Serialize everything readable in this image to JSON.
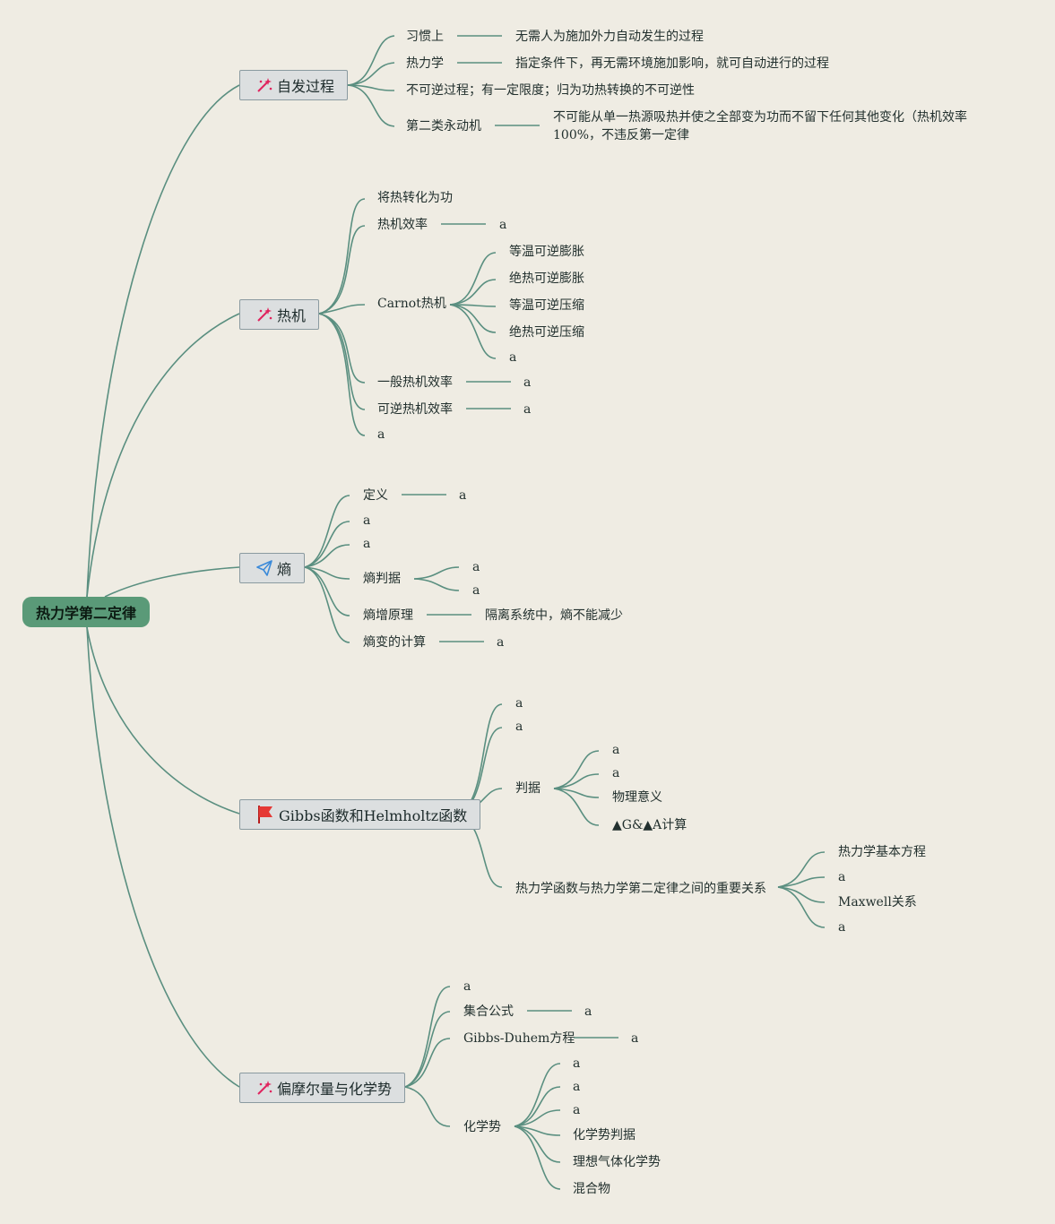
{
  "root": "热力学第二定律",
  "branches": {
    "spontaneous": {
      "title": "自发过程",
      "icon": "magic-wand-icon",
      "habit": "习惯上",
      "habit_def": "无需人为施加外力自动发生的过程",
      "thermo": "热力学",
      "thermo_def": "指定条件下，再无需环境施加影响，就可自动进行的过程",
      "irreversible": "不可逆过程；有一定限度；归为功热转换的不可逆性",
      "pmm2": "第二类永动机",
      "pmm2_def_line1": "不可能从单一热源吸热并使之全部变为功而不留下任何其他变化（热机效率",
      "pmm2_def_line2": "100%，不违反第一定律"
    },
    "heat_engine": {
      "title": "热机",
      "icon": "magic-wand-icon",
      "heat_to_work": "将热转化为功",
      "efficiency": "热机效率",
      "efficiency_val": "a",
      "carnot": "Carnot热机",
      "carnot_steps": [
        "等温可逆膨胀",
        "绝热可逆膨胀",
        "等温可逆压缩",
        "绝热可逆压缩",
        "a"
      ],
      "general_eff": "一般热机效率",
      "general_eff_val": "a",
      "rev_eff": "可逆热机效率",
      "rev_eff_val": "a",
      "extra": "a"
    },
    "entropy": {
      "title": "熵",
      "icon": "paper-plane-icon",
      "definition": "定义",
      "definition_val": "a",
      "item_a1": "a",
      "item_a2": "a",
      "criterion": "熵判据",
      "criterion_children": [
        "a",
        "a"
      ],
      "increase": "熵增原理",
      "increase_val": "隔离系统中，熵不能减少",
      "calc": "熵变的计算",
      "calc_val": "a"
    },
    "gibbs": {
      "title": "Gibbs函数和Helmholtz函数",
      "icon": "red-flag-icon",
      "item_a1": "a",
      "item_a2": "a",
      "criterion": "判据",
      "criterion_children": [
        "a",
        "a",
        "物理意义",
        "▲G&▲A计算"
      ],
      "relation": "热力学函数与热力学第二定律之间的重要关系",
      "relation_children": [
        "热力学基本方程",
        "a",
        "Maxwell关系",
        "a"
      ]
    },
    "partial_molar": {
      "title": "偏摩尔量与化学势",
      "icon": "magic-wand-icon",
      "item_a": "a",
      "set_formula": "集合公式",
      "set_formula_val": "a",
      "gibbs_duhem": "Gibbs-Duhem方程",
      "gibbs_duhem_val": "a",
      "chem_potential": "化学势",
      "chem_children": [
        "a",
        "a",
        "a",
        "化学势判据",
        "理想气体化学势",
        "混合物"
      ]
    }
  },
  "colors": {
    "link": "#5a8f80",
    "root_bg": "#5a9a78",
    "branch_bg": "#dcdfe0",
    "background": "#efece3"
  }
}
